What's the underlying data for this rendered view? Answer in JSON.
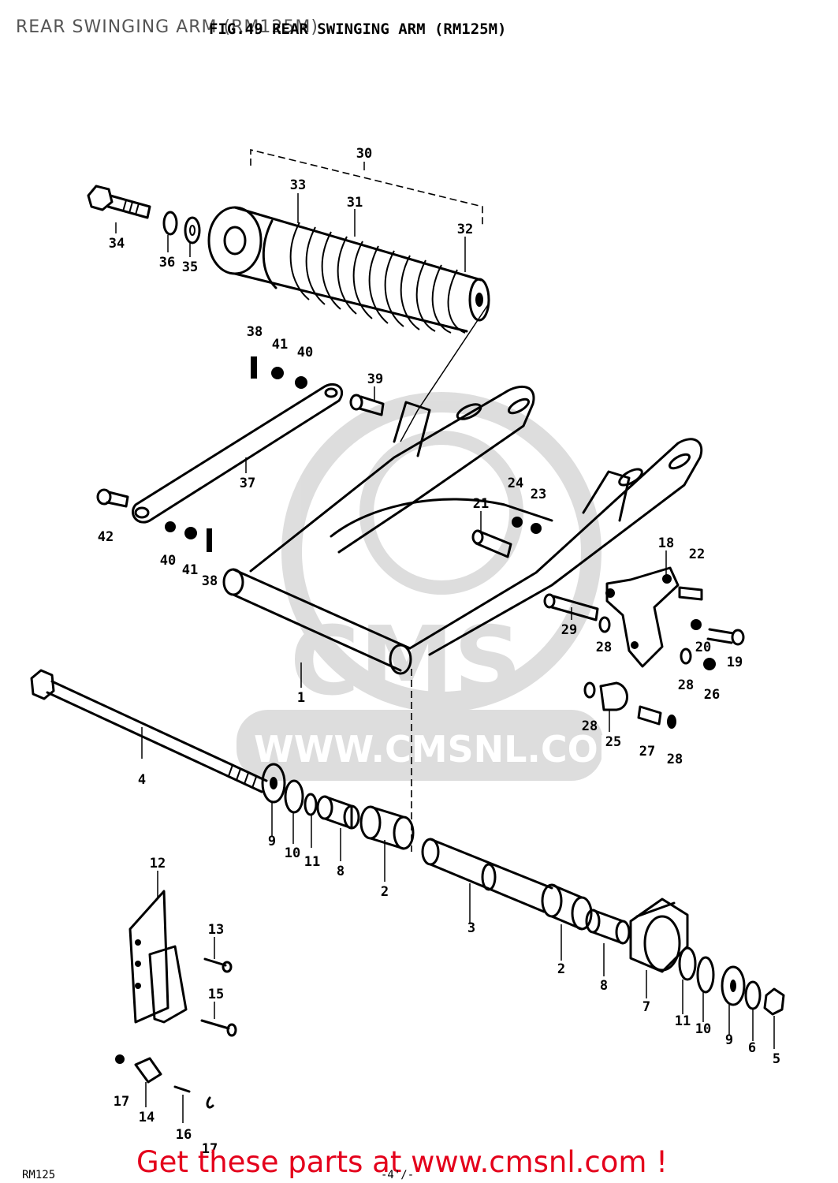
{
  "header": {
    "page_title": "REAR SWINGING ARM (RM125M)",
    "figure_title": "FIG.49 REAR SWINGING ARM (RM125M)"
  },
  "watermark": {
    "site": "WWW.CMSNL.COM",
    "logo": "CMS"
  },
  "diagram": {
    "callouts": {
      "c1": "1",
      "c2a": "2",
      "c2b": "2",
      "c3": "3",
      "c4": "4",
      "c5": "5",
      "c6": "6",
      "c7": "7",
      "c8a": "8",
      "c8b": "8",
      "c9a": "9",
      "c9b": "9",
      "c10a": "10",
      "c10b": "10",
      "c11a": "11",
      "c11b": "11",
      "c12": "12",
      "c13": "13",
      "c15": "15",
      "c14": "14",
      "c16": "16",
      "c17a": "17",
      "c17b": "17",
      "c18": "18",
      "c19": "19",
      "c20": "20",
      "c21": "21",
      "c22": "22",
      "c23": "23",
      "c24": "24",
      "c25": "25",
      "c26": "26",
      "c27": "27",
      "c28a": "28",
      "c28b": "28",
      "c28c": "28",
      "c28d": "28",
      "c29": "29",
      "c30": "30",
      "c31": "31",
      "c32": "32",
      "c33": "33",
      "c34": "34",
      "c35": "35",
      "c36": "36",
      "c37": "37",
      "c38a": "38",
      "c38b": "38",
      "c39": "39",
      "c40a": "40",
      "c40b": "40",
      "c41a": "41",
      "c41b": "41",
      "c42": "42"
    }
  },
  "footer": {
    "link_text": "Get these parts at www.cmsnl.com !",
    "page_code": "RM125",
    "page_number": "-4'/-"
  }
}
